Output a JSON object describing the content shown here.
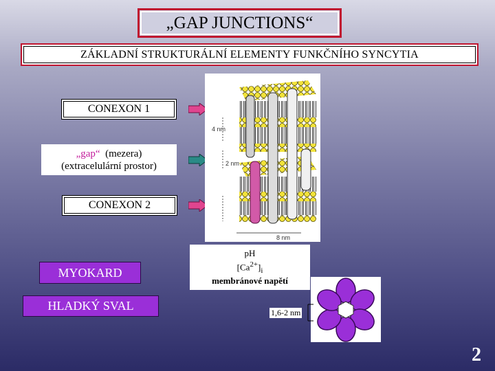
{
  "title": "„GAP JUNCTIONS“",
  "subtitle": "ZÁKLADNÍ STRUKTURÁLNÍ  ELEMENTY FUNKČNÍHO SYNCYTIA",
  "labels": {
    "conexon1": "CONEXON  1",
    "gap_word": "„gap“",
    "gap_rest": "  (mezera)",
    "gap_line2": "(extracelulární prostor)",
    "conexon2": "CONEXON  2"
  },
  "categories": {
    "myokard": "MYOKARD",
    "hladky": "HLADKÝ SVAL"
  },
  "regulation": {
    "ph": "pH",
    "ca_prefix": "[Ca",
    "ca_sup": "2+",
    "ca_suffix": "]",
    "ca_sub": "i",
    "voltage": "membránové napětí"
  },
  "diagram": {
    "dim_4nm": "4 nm",
    "dim_2nm": "2 nm",
    "dim_8nm": "8 nm",
    "pore_size": "1,6-2 nm"
  },
  "page_number": "2",
  "colors": {
    "accent_red": "#c0152f",
    "purple": "#9a2fd8",
    "pink": "#c2189a",
    "arrow_pink": "#e0458f",
    "arrow_teal": "#2a8a86",
    "lipid_yellow": "#f2e33a"
  }
}
